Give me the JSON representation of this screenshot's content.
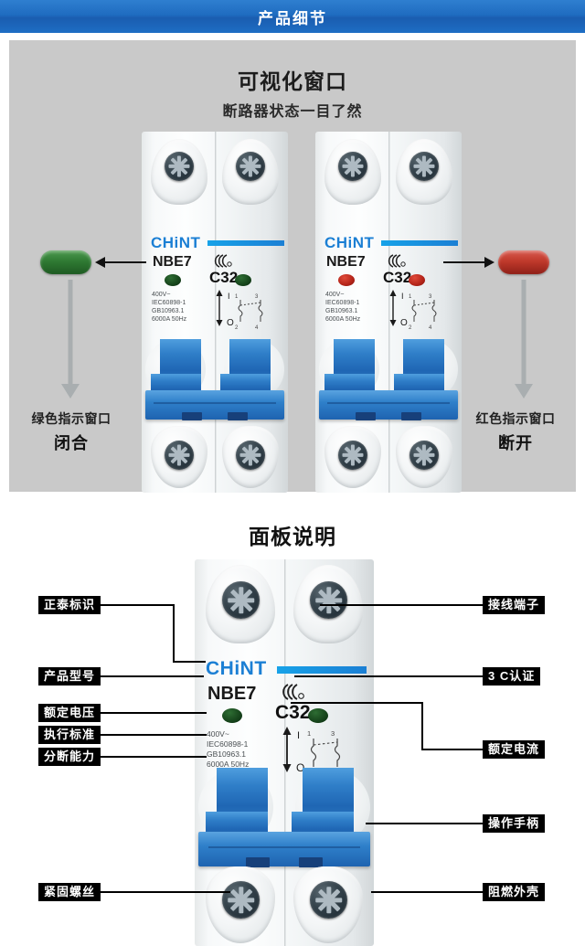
{
  "header": {
    "title": "产品细节"
  },
  "section1": {
    "title": "可视化窗口",
    "subtitle": "断路器状态一目了然",
    "left": {
      "pill_color": "#2f7a33",
      "pill_name": "green-indicator-pill",
      "caption_line1": "绿色指示窗口",
      "caption_line2": "闭合"
    },
    "right": {
      "pill_color": "#c0392b",
      "pill_name": "red-indicator-pill",
      "caption_line1": "红色指示窗口",
      "caption_line2": "断开"
    }
  },
  "device": {
    "brand": "CHiNT",
    "model": "NBE7",
    "rating": "C32",
    "certification": "CCC",
    "spec_lines": "400V~\nIEC60898-1\nGB10963.1\n6000A  50Hz",
    "io_on": "I",
    "io_off": "O",
    "terminal_top_left": "1",
    "terminal_top_right": "3",
    "terminal_bottom_left": "2",
    "terminal_bottom_right": "4",
    "brand_color": "#1b7fd4",
    "handle_color": "#2f7ec8"
  },
  "section2": {
    "title": "面板说明",
    "labels_left": [
      {
        "id": "chint-logo-callout",
        "text": "正泰标识"
      },
      {
        "id": "product-model-callout",
        "text": "产品型号"
      },
      {
        "id": "rated-voltage-callout",
        "text": "额定电压"
      },
      {
        "id": "standard-callout",
        "text": "执行标准"
      },
      {
        "id": "breaking-capacity-callout",
        "text": "分断能力"
      },
      {
        "id": "fastening-screw-callout",
        "text": "紧固螺丝"
      }
    ],
    "labels_right": [
      {
        "id": "wiring-terminal-callout",
        "text": "接线端子"
      },
      {
        "id": "ccc-certification-callout",
        "text": "3 C认证"
      },
      {
        "id": "rated-current-callout",
        "text": "额定电流"
      },
      {
        "id": "operating-handle-callout",
        "text": "操作手柄"
      },
      {
        "id": "flame-retardant-shell-callout",
        "text": "阻燃外壳"
      }
    ]
  }
}
